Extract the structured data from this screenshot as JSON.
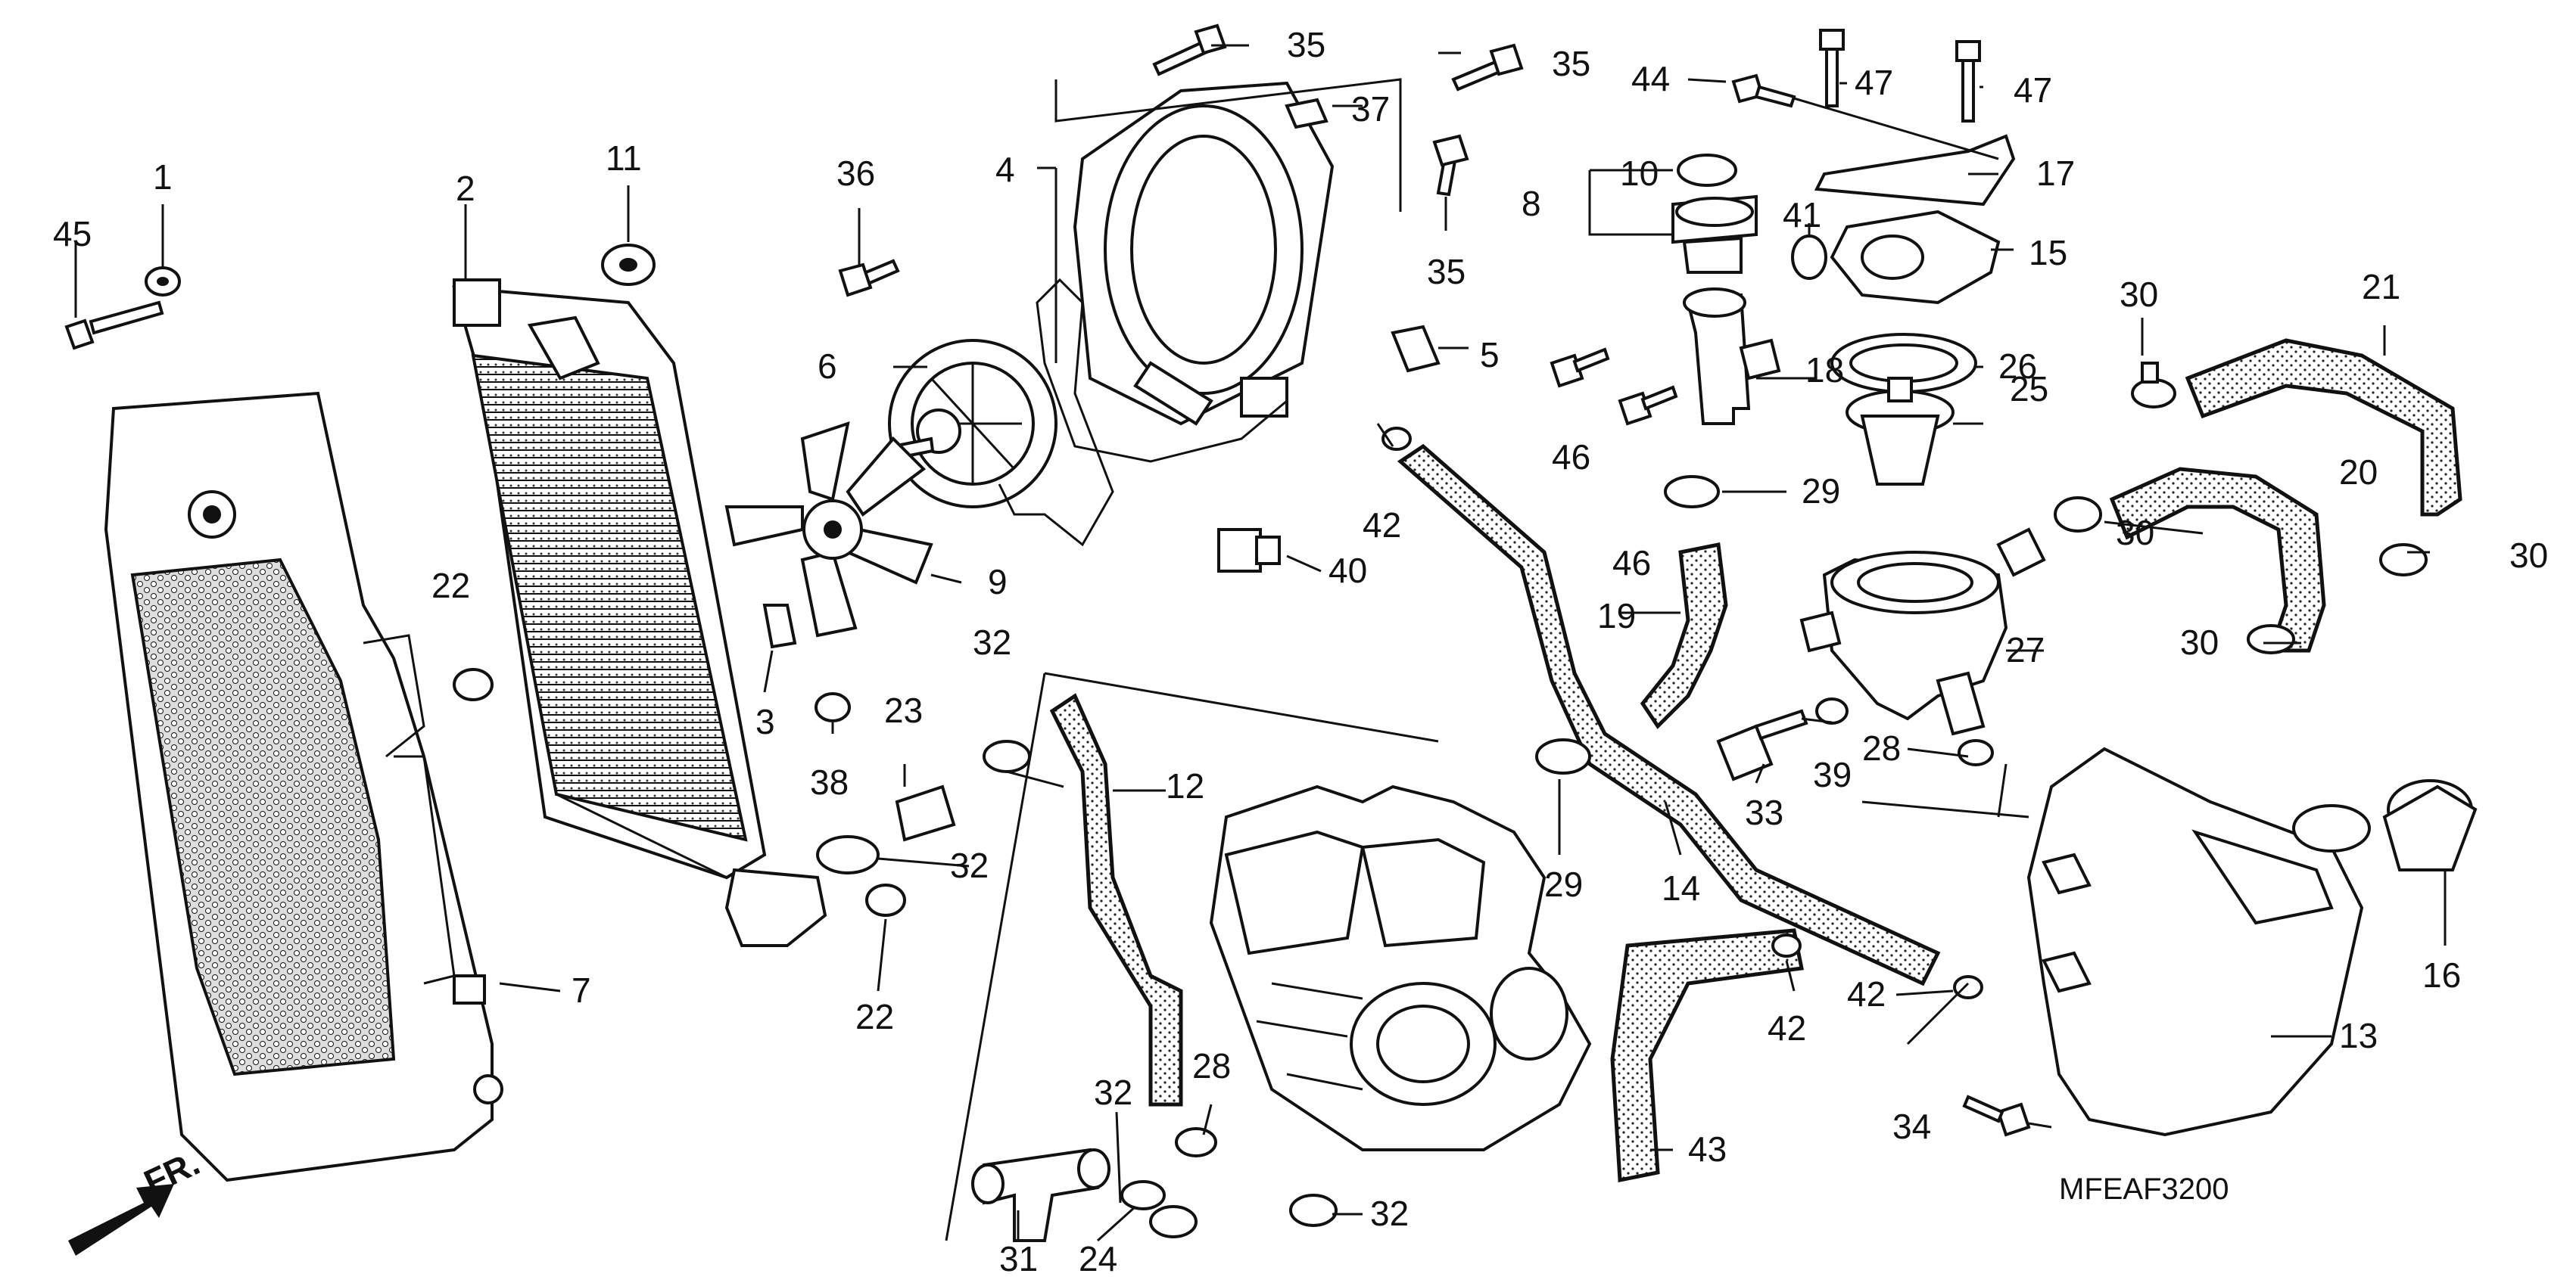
{
  "diagram_code": "MFEAF3200",
  "direction_label": "FR.",
  "callouts": [
    "45",
    "1",
    "2",
    "11",
    "36",
    "4",
    "35",
    "37",
    "35",
    "44",
    "47",
    "47",
    "10",
    "8",
    "17",
    "41",
    "15",
    "30",
    "21",
    "6",
    "5",
    "35",
    "26",
    "18",
    "25",
    "20",
    "30",
    "30",
    "46",
    "46",
    "29",
    "42",
    "40",
    "9",
    "22",
    "19",
    "27",
    "30",
    "3",
    "32",
    "23",
    "12",
    "38",
    "28",
    "39",
    "33",
    "29",
    "14",
    "32",
    "22",
    "7",
    "42",
    "42",
    "16",
    "13",
    "34",
    "43",
    "32",
    "28",
    "31",
    "24",
    "32"
  ]
}
